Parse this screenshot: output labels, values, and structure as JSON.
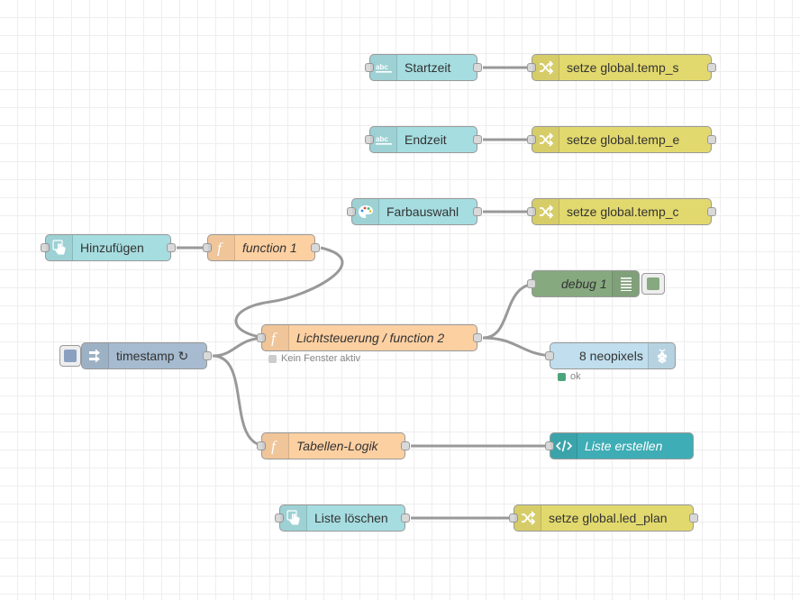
{
  "canvas": {
    "grid": true
  },
  "nodes": [
    {
      "key": "startzeit",
      "label": "Startzeit",
      "type": "ui-text-input",
      "icon": "abc-text-icon",
      "color": "#a6dde0"
    },
    {
      "key": "setze_temp_s",
      "label": "setze global.temp_s",
      "type": "change",
      "icon": "shuffle-icon",
      "color": "#e2d96e"
    },
    {
      "key": "endzeit",
      "label": "Endzeit",
      "type": "ui-text-input",
      "icon": "abc-text-icon",
      "color": "#a6dde0"
    },
    {
      "key": "setze_temp_e",
      "label": "setze global.temp_e",
      "type": "change",
      "icon": "shuffle-icon",
      "color": "#e2d96e"
    },
    {
      "key": "farbauswahl",
      "label": "Farbauswahl",
      "type": "ui-colour-picker",
      "icon": "palette-icon",
      "color": "#a6dde0"
    },
    {
      "key": "setze_temp_c",
      "label": "setze global.temp_c",
      "type": "change",
      "icon": "shuffle-icon",
      "color": "#e2d96e"
    },
    {
      "key": "hinzufuegen",
      "label": "Hinzufügen",
      "type": "ui-button",
      "icon": "hand-pointer-icon",
      "color": "#a6dde0"
    },
    {
      "key": "function1",
      "label": "function 1",
      "type": "function",
      "icon": "function-icon",
      "color": "#fdd0a2"
    },
    {
      "key": "debug1",
      "label": "debug 1",
      "type": "debug",
      "icon": "list-icon",
      "color": "#87a980"
    },
    {
      "key": "timestamp",
      "label": "timestamp ↻",
      "type": "inject",
      "icon": "arrow-right-icon",
      "color": "#a6bbcf"
    },
    {
      "key": "lichtsteuerung",
      "label": "Lichtsteuerung / function 2",
      "type": "function",
      "icon": "function-icon",
      "color": "#fdd0a2"
    },
    {
      "key": "neopixels",
      "label": "8 neopixels",
      "type": "rpi-neopixels",
      "icon": "raspberry-icon",
      "color": "#c0deed"
    },
    {
      "key": "tabellen",
      "label": "Tabellen-Logik",
      "type": "function",
      "icon": "function-icon",
      "color": "#fdd0a2"
    },
    {
      "key": "liste_erstellen",
      "label": "Liste erstellen",
      "type": "ui-template",
      "icon": "code-icon",
      "color": "#3fadb5"
    },
    {
      "key": "liste_loeschen",
      "label": "Liste löschen",
      "type": "ui-button",
      "icon": "hand-pointer-icon",
      "color": "#a6dde0"
    },
    {
      "key": "setze_led_plan",
      "label": "setze global.led_plan",
      "type": "change",
      "icon": "shuffle-icon",
      "color": "#e2d96e"
    }
  ],
  "statuses": {
    "lichtsteuerung": {
      "text": "Kein Fenster aktiv",
      "color": "#cccccc"
    },
    "neopixels": {
      "text": "ok",
      "color": "#4aa57a"
    }
  },
  "wires": [
    [
      "startzeit",
      "setze_temp_s"
    ],
    [
      "endzeit",
      "setze_temp_e"
    ],
    [
      "farbauswahl",
      "setze_temp_c"
    ],
    [
      "hinzufuegen",
      "function1"
    ],
    [
      "function1",
      "lichtsteuerung"
    ],
    [
      "timestamp",
      "lichtsteuerung"
    ],
    [
      "timestamp",
      "tabellen"
    ],
    [
      "lichtsteuerung",
      "debug1"
    ],
    [
      "lichtsteuerung",
      "neopixels"
    ],
    [
      "tabellen",
      "liste_erstellen"
    ],
    [
      "liste_loeschen",
      "setze_led_plan"
    ]
  ]
}
